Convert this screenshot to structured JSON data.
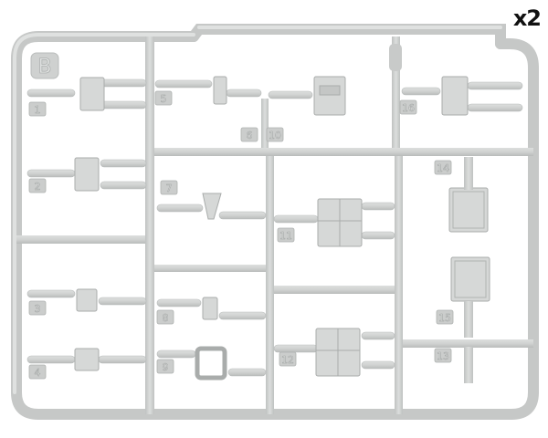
{
  "image": {
    "subject": "plastic model kit sprue",
    "colors": {
      "plastic": "#cfd1d0",
      "plastic_edge": "#b3b6b5",
      "plastic_shade": "#bfc2c1",
      "background": "#ffffff",
      "text": "#111111"
    }
  },
  "quantity_marker": "x2",
  "sprue_letter": "B",
  "part_numbers": [
    "1",
    "2",
    "3",
    "4",
    "5",
    "6",
    "7",
    "8",
    "9",
    "10",
    "11",
    "12",
    "13",
    "14",
    "15",
    "16"
  ]
}
